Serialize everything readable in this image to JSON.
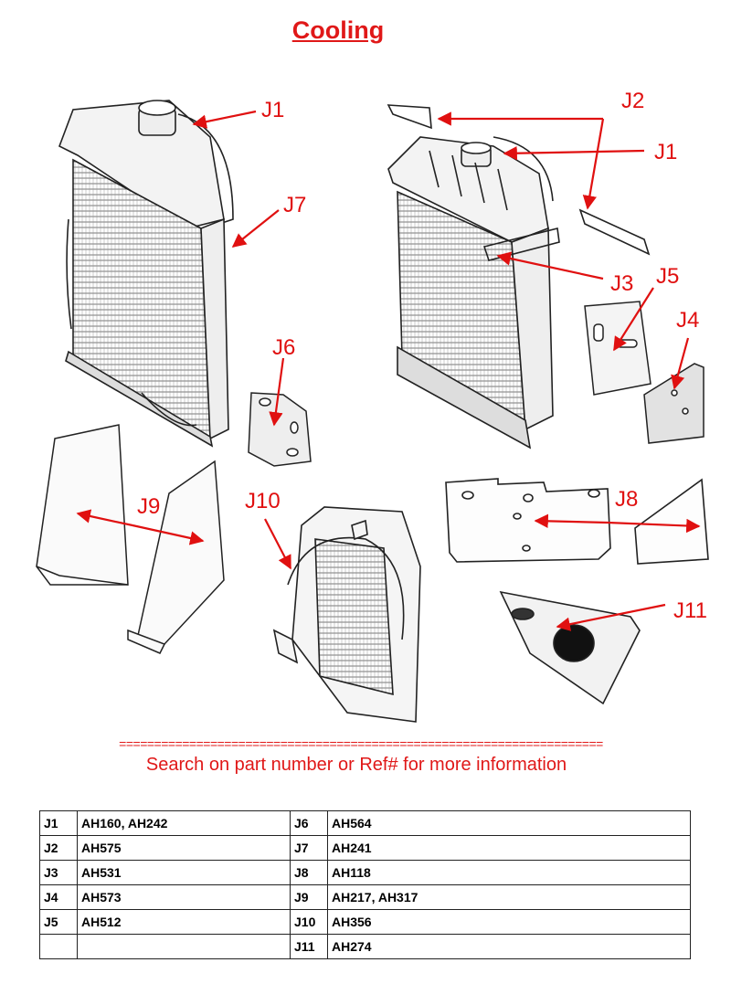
{
  "title": "Cooling",
  "callouts": {
    "J1a": "J1",
    "J1b": "J1",
    "J2": "J2",
    "J3": "J3",
    "J4": "J4",
    "J5": "J5",
    "J6": "J6",
    "J7": "J7",
    "J8": "J8",
    "J9": "J9",
    "J10": "J10",
    "J11": "J11"
  },
  "divider": "=====================================================================",
  "note": "Search on part number or Ref# for more information",
  "table": {
    "rows": [
      {
        "ref1": "J1",
        "part1": "AH160, AH242",
        "ref2": "J6",
        "part2": "AH564"
      },
      {
        "ref1": "J2",
        "part1": "AH575",
        "ref2": "J7",
        "part2": "AH241"
      },
      {
        "ref1": "J3",
        "part1": "AH531",
        "ref2": "J8",
        "part2": "AH118"
      },
      {
        "ref1": "J4",
        "part1": "AH573",
        "ref2": "J9",
        "part2": "AH217, AH317"
      },
      {
        "ref1": "J5",
        "part1": "AH512",
        "ref2": "J10",
        "part2": "AH356"
      },
      {
        "ref1": "",
        "part1": "",
        "ref2": "J11",
        "part2": "AH274"
      }
    ]
  },
  "colors": {
    "callout": "#e01010",
    "line_art": "#222222"
  }
}
